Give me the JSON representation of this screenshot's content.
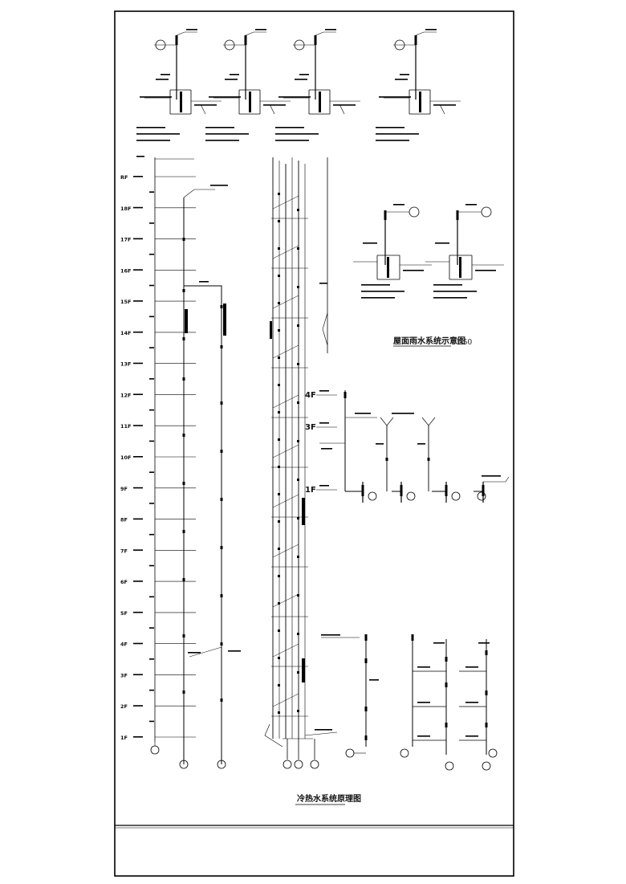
{
  "detail_titles": {
    "roof_drain_system": "屋面雨水系统示意图",
    "roof_drain_scale": "1:50",
    "cold_water_system": "冷热水系统原理图"
  },
  "floors": [
    "RF",
    "18F",
    "17F",
    "16F",
    "15F",
    "14F",
    "13F",
    "12F",
    "11F",
    "10F",
    "9F",
    "8F",
    "7F",
    "6F",
    "5F",
    "4F",
    "3F",
    "2F",
    "1F"
  ],
  "mid_floors": [
    "4F",
    "3F",
    "1F"
  ],
  "colors": {
    "line": "#000000",
    "paper": "#ffffff"
  }
}
